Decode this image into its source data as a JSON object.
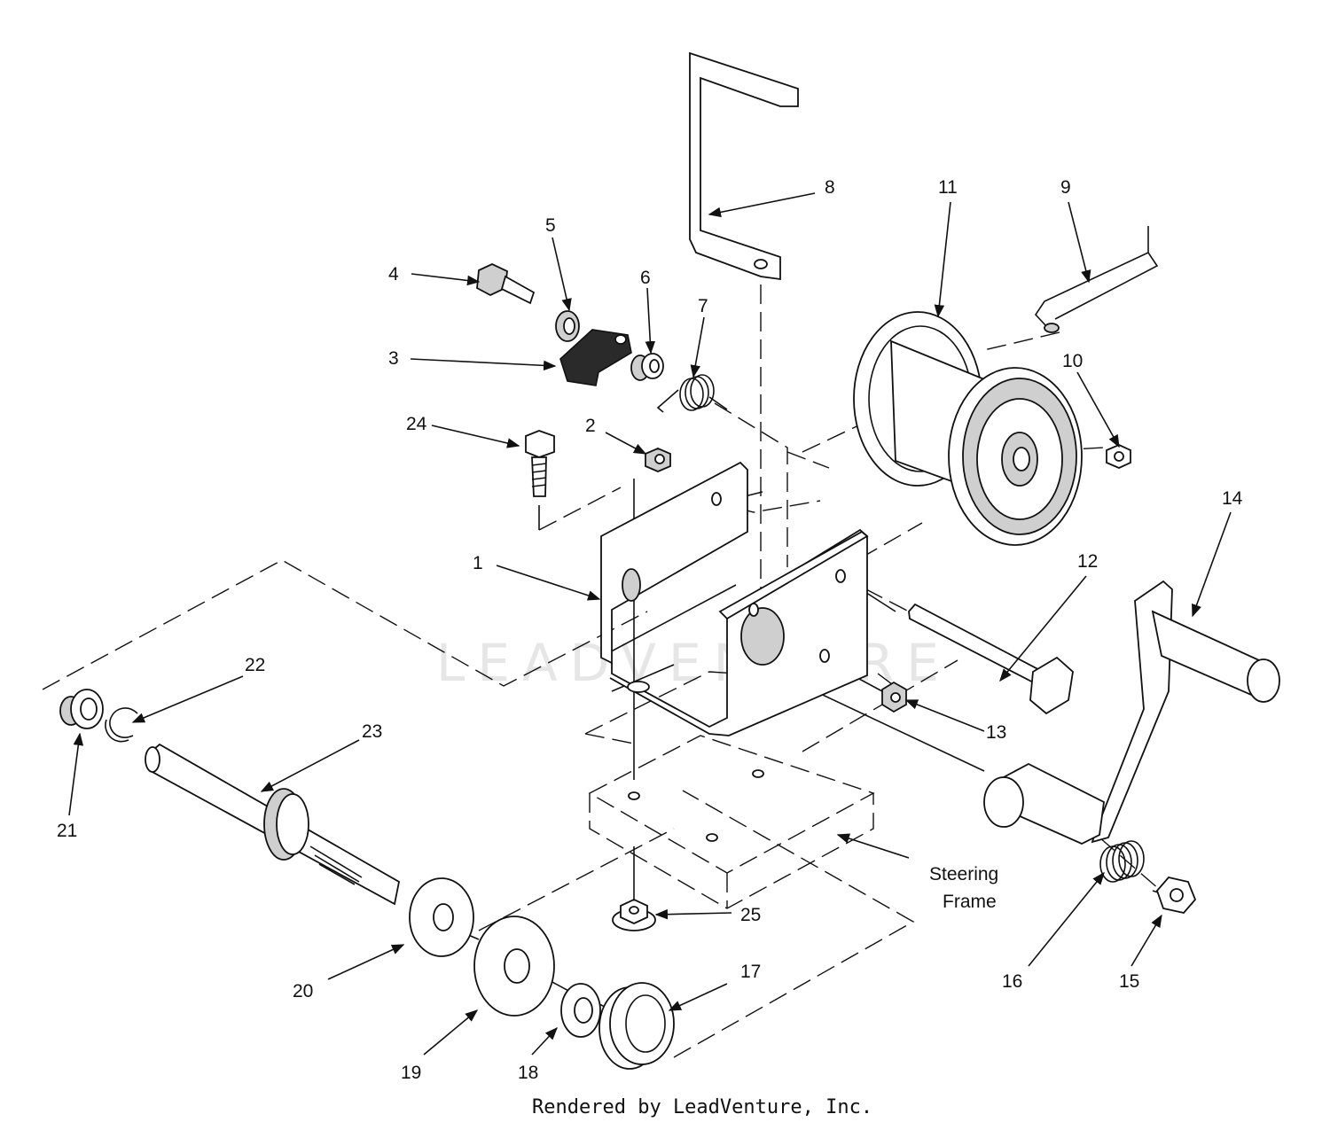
{
  "diagram": {
    "parts": [
      {
        "id": "1",
        "label": "1"
      },
      {
        "id": "2",
        "label": "2"
      },
      {
        "id": "3",
        "label": "3"
      },
      {
        "id": "4",
        "label": "4"
      },
      {
        "id": "5",
        "label": "5"
      },
      {
        "id": "6",
        "label": "6"
      },
      {
        "id": "7",
        "label": "7"
      },
      {
        "id": "8",
        "label": "8"
      },
      {
        "id": "9",
        "label": "9"
      },
      {
        "id": "10",
        "label": "10"
      },
      {
        "id": "11",
        "label": "11"
      },
      {
        "id": "12",
        "label": "12"
      },
      {
        "id": "13",
        "label": "13"
      },
      {
        "id": "14",
        "label": "14"
      },
      {
        "id": "15",
        "label": "15"
      },
      {
        "id": "16",
        "label": "16"
      },
      {
        "id": "17",
        "label": "17"
      },
      {
        "id": "18",
        "label": "18"
      },
      {
        "id": "19",
        "label": "19"
      },
      {
        "id": "20",
        "label": "20"
      },
      {
        "id": "21",
        "label": "21"
      },
      {
        "id": "22",
        "label": "22"
      },
      {
        "id": "23",
        "label": "23"
      },
      {
        "id": "24",
        "label": "24"
      },
      {
        "id": "25",
        "label": "25"
      }
    ],
    "steering_frame_label": [
      "Steering",
      "Frame"
    ],
    "watermark": "LEADVENTURE",
    "credit": "Rendered by LeadVenture, Inc."
  }
}
